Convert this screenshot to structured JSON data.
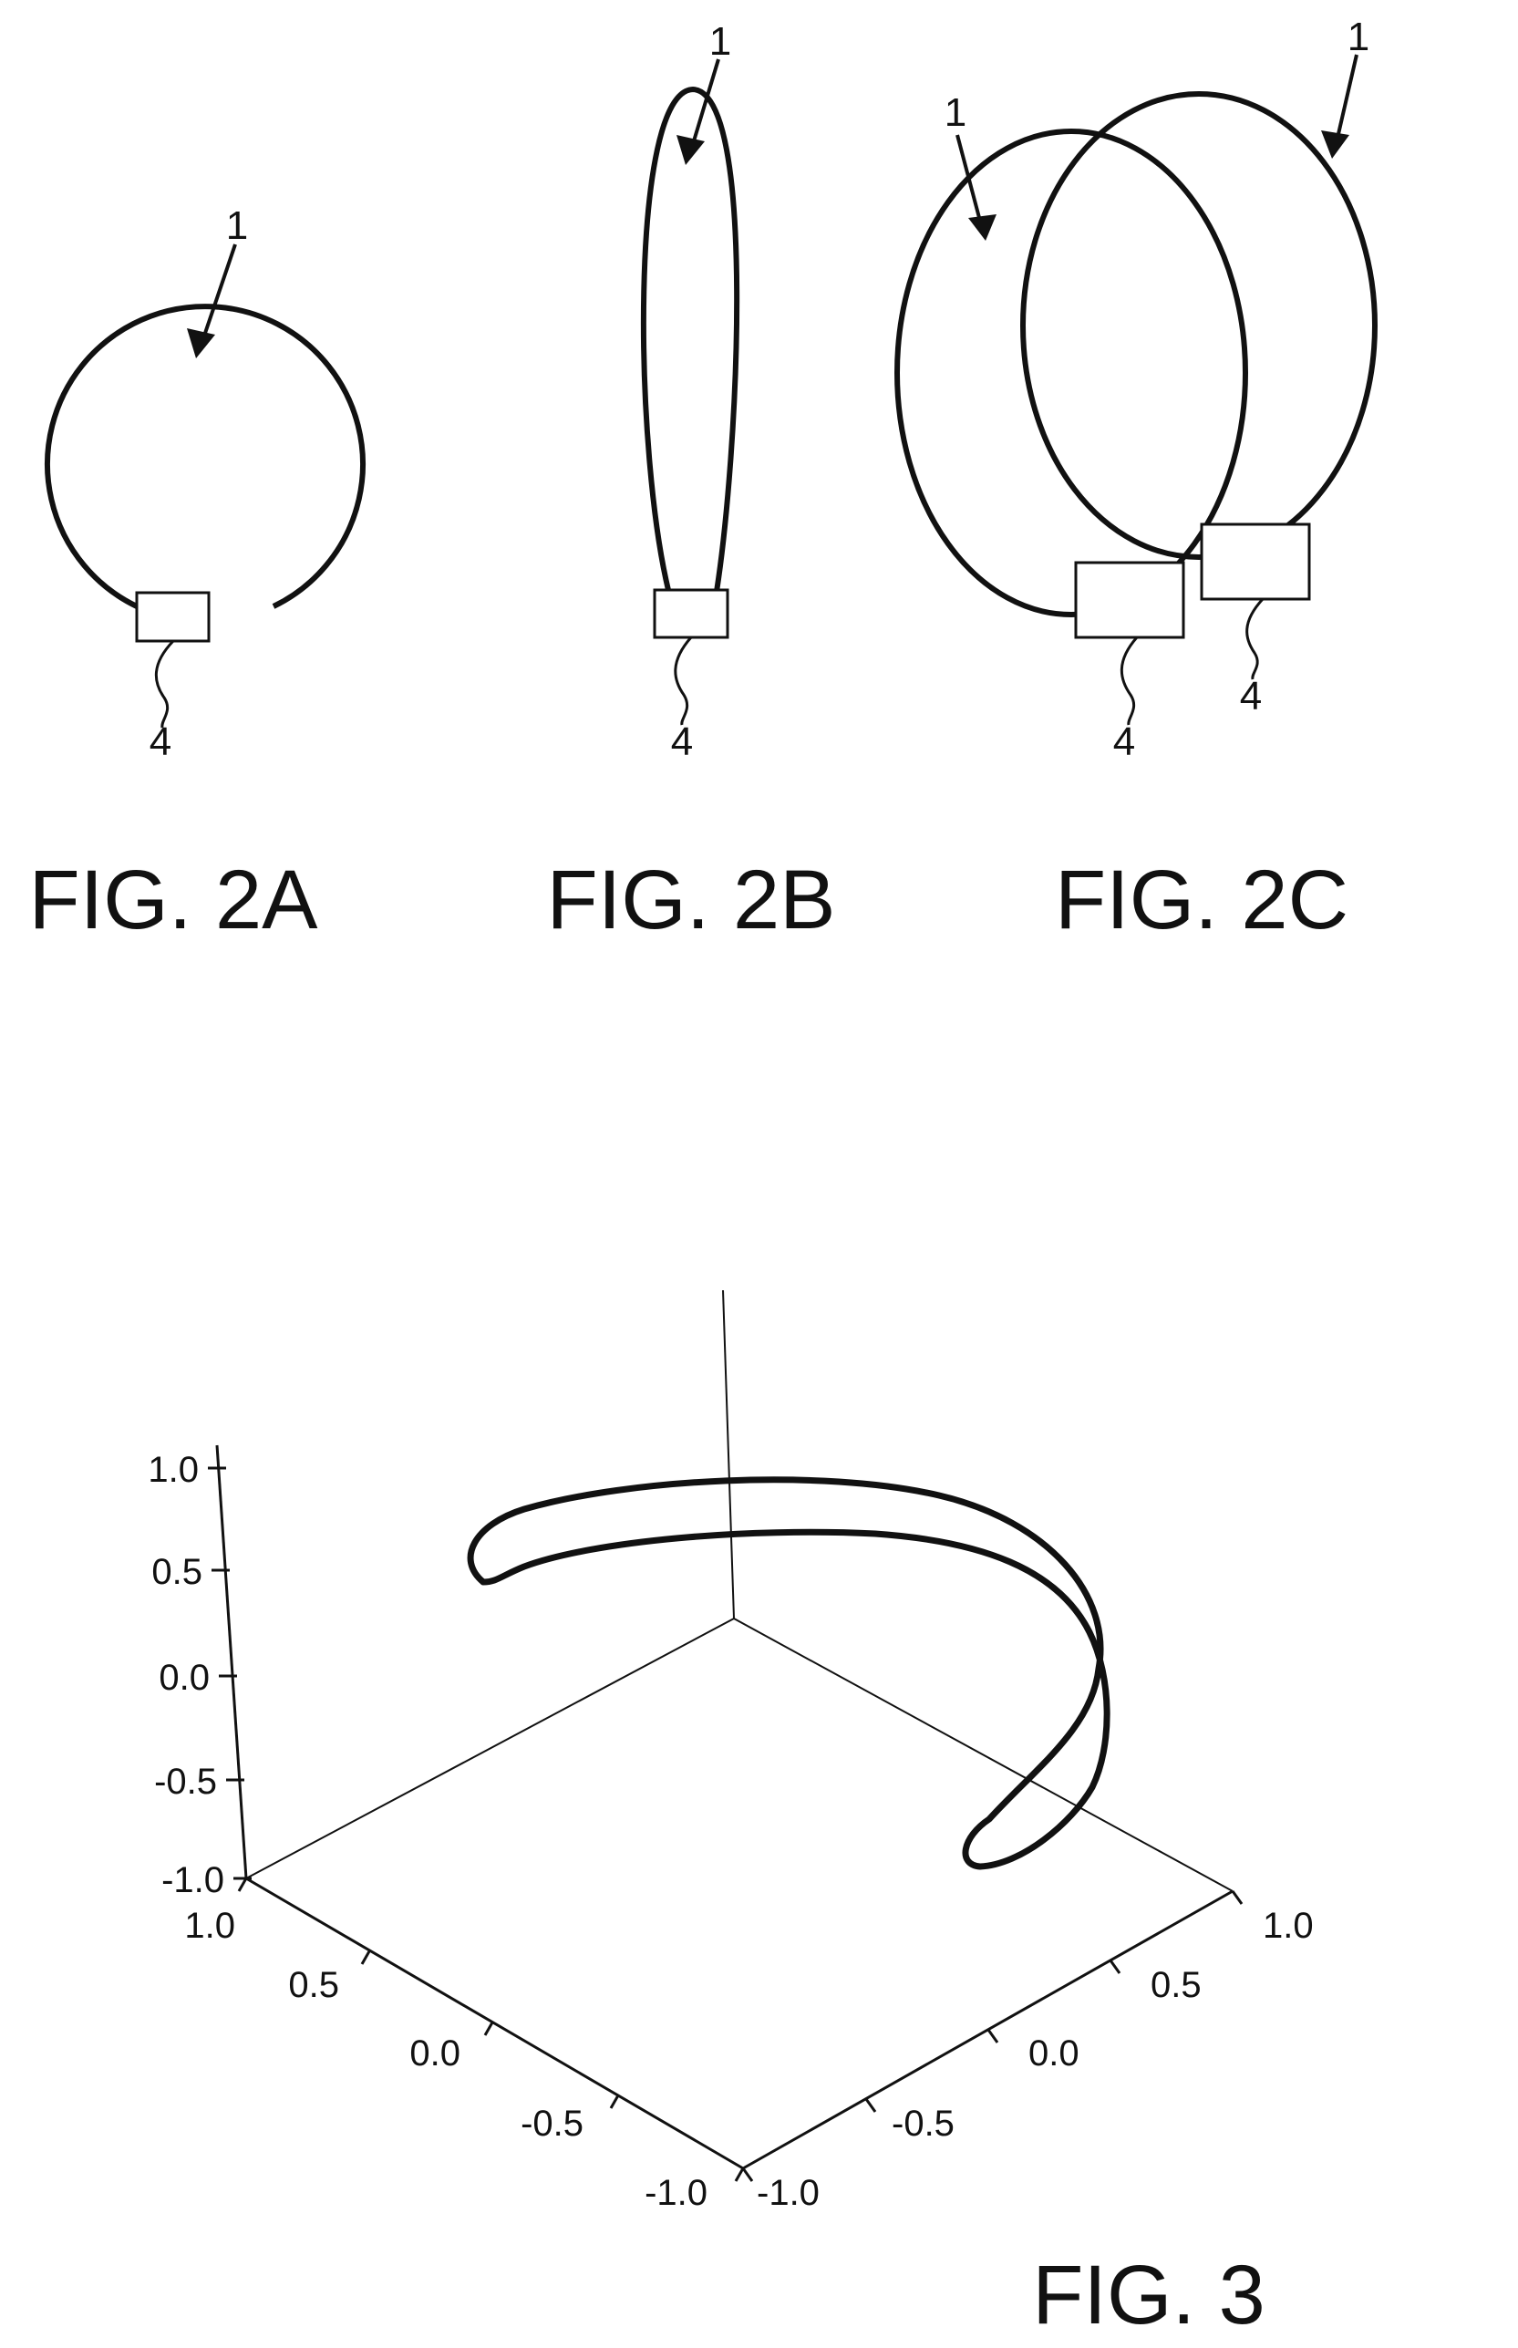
{
  "fig2": {
    "a": {
      "caption": "FIG. 2A",
      "loop_label": "1",
      "box_label": "4"
    },
    "b": {
      "caption": "FIG. 2B",
      "loop_label": "1",
      "box_label": "4"
    },
    "c": {
      "caption": "FIG. 2C",
      "loop_labels": [
        "1",
        "1"
      ],
      "box_labels": [
        "4",
        "4"
      ]
    }
  },
  "fig3": {
    "caption": "FIG. 3",
    "z_ticks": [
      "1.0",
      "0.5",
      "0.0",
      "-0.5",
      "-1.0"
    ],
    "left_axis_ticks": [
      "1.0",
      "0.5",
      "0.0",
      "-0.5",
      "-1.0"
    ],
    "right_axis_ticks": [
      "1.0",
      "0.5",
      "0.0",
      "-0.5",
      "-1.0"
    ]
  }
}
